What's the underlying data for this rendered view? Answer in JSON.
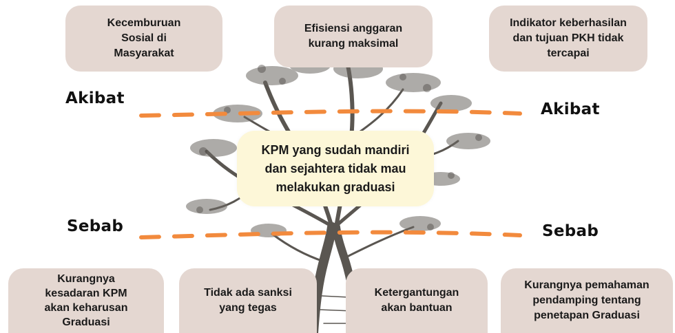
{
  "center_problem": "KPM yang sudah mandiri\ndan sejahtera tidak mau\nmelakukan graduasi",
  "akibat": {
    "label_left": "Akibat",
    "label_right": "Akibat",
    "items": [
      "Kecemburuan\nSosial di\nMasyarakat",
      "Efisiensi anggaran\nkurang maksimal",
      "Indikator keberhasilan\ndan tujuan PKH tidak\ntercapai"
    ]
  },
  "sebab": {
    "label_left": "Sebab",
    "label_right": "Sebab",
    "items": [
      "Kurangnya\nkesadaran KPM\nakan keharusan\nGraduasi",
      "Tidak ada sanksi\nyang tegas",
      "Ketergantungan\nakan bantuan",
      "Kurangnya pemahaman\npendamping tentang\npenetapan Graduasi"
    ]
  },
  "colors": {
    "box": "#e4d7d1",
    "center": "#fdf7d8",
    "dash": "#f28a3d",
    "tree": "#5a5651"
  }
}
